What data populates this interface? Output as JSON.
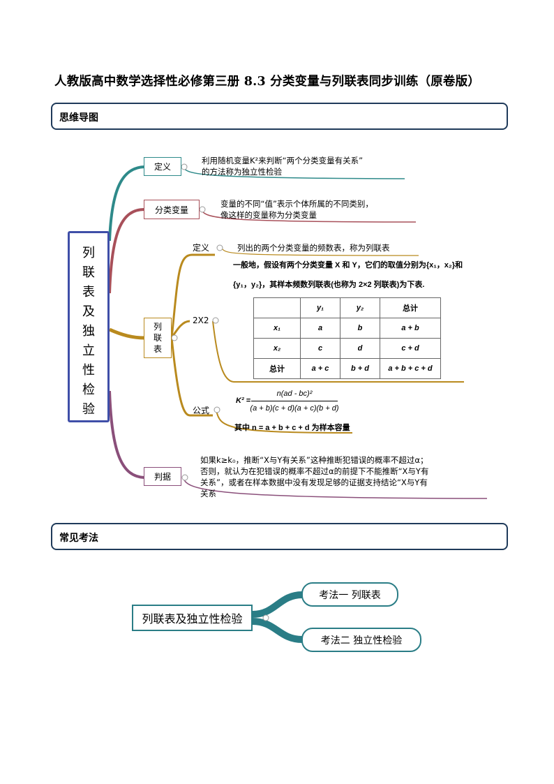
{
  "doc_title": "人教版高中数学选择性必修第三册 8.3 分类变量与列联表同步训练（原卷版）",
  "sections": {
    "mindmap": "思维导图",
    "methods": "常见考法"
  },
  "mindmap": {
    "center": [
      "列",
      "联",
      "表",
      "及",
      "独",
      "立",
      "性",
      "检",
      "验"
    ],
    "definition": {
      "label": "定义",
      "text_line1": "利用随机变量K²来判断“两个分类变量有关系”",
      "text_line2": "的方法称为独立性检验"
    },
    "categorical": {
      "label": "分类变量",
      "text_line1": "变量的不同“值”表示个体所属的不同类别，",
      "text_line2": "像这样的变量称为分类变量"
    },
    "contingency": {
      "label_chars": [
        "列",
        "联",
        "表"
      ],
      "def_label": "定义",
      "def_text": "列出的两个分类变量的频数表，称为列联表",
      "twobytwo_label": "2X2",
      "intro_line1": "一般地，假设有两个分类变量 X 和 Y，它们的取值分别为{x₁，x₂}和",
      "intro_line2": "{y₁，y₂}，其样本频数列联表(也称为 2×2 列联表)为下表.",
      "table": [
        [
          "",
          "y₁",
          "y₂",
          "总计"
        ],
        [
          "x₁",
          "a",
          "b",
          "a + b"
        ],
        [
          "x₂",
          "c",
          "d",
          "c + d"
        ],
        [
          "总计",
          "a + c",
          "b + d",
          "a + b + c + d"
        ]
      ],
      "formula_label": "公式",
      "formula_lhs": "K² =",
      "formula_num": "n(ad - bc)²",
      "formula_den": "(a + b)(c + d)(a + c)(b + d)",
      "formula_note": "其中 n = a + b + c + d 为样本容量"
    },
    "criterion": {
      "label": "判据",
      "text_line1": "如果k≥k₀，推断“X与Y有关系”这种推断犯错误的概率不超过α；",
      "text_line2": "否则，就认为在犯错误的概率不超过α的前提下不能推断“X与Y有",
      "text_line3": "关系”，或者在样本数据中没有发现足够的证据支持结论“X与Y有",
      "text_line4": "关系"
    }
  },
  "methods": {
    "root": "列联表及独立性检验",
    "m1": "考法一  列联表",
    "m2": "考法二  独立性检验"
  },
  "colors": {
    "teal": "#2e8a8a",
    "maroon": "#a8505a",
    "gold": "#b98a1e",
    "purple": "#8a4f7a",
    "center_border": "#3f4fa8"
  }
}
